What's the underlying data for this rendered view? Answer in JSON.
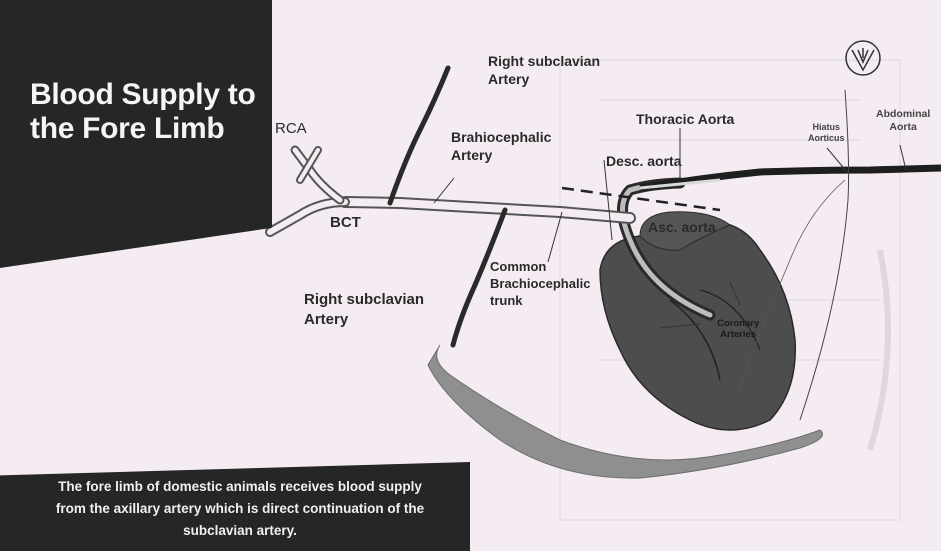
{
  "title": {
    "line1": "Blood Supply to",
    "line2": "the Fore Limb"
  },
  "labels": {
    "rca": "RCA",
    "bct": "BCT",
    "right_subclavian_top_1": "Right subclavian",
    "right_subclavian_top_2": "Artery",
    "brahiocephalic_1": "Brahiocephalic",
    "brahiocephalic_2": "Artery",
    "thoracic_aorta": "Thoracic Aorta",
    "desc_aorta": "Desc. aorta",
    "asc_aorta": "Asc. aorta",
    "abdominal_1": "Abdominal",
    "abdominal_2": "Aorta",
    "hiatus_1": "Hiatus",
    "hiatus_2": "Aorticus",
    "common_1": "Common",
    "common_2": "Brachiocephalic",
    "common_3": "trunk",
    "right_subclavian_bottom_1": "Right subclavian",
    "right_subclavian_bottom_2": "Artery",
    "coronary_1": "Coronary",
    "coronary_2": "Arteries"
  },
  "footer": {
    "line1": "The fore limb of domestic animals receives blood supply",
    "line2": "from the axillary artery which is direct continuation of the",
    "line3": "subclavian artery."
  },
  "colors": {
    "background": "#f4ecf2",
    "panel": "#262626",
    "heart": "#4a4a4a",
    "limb": "#8a8a8a"
  }
}
